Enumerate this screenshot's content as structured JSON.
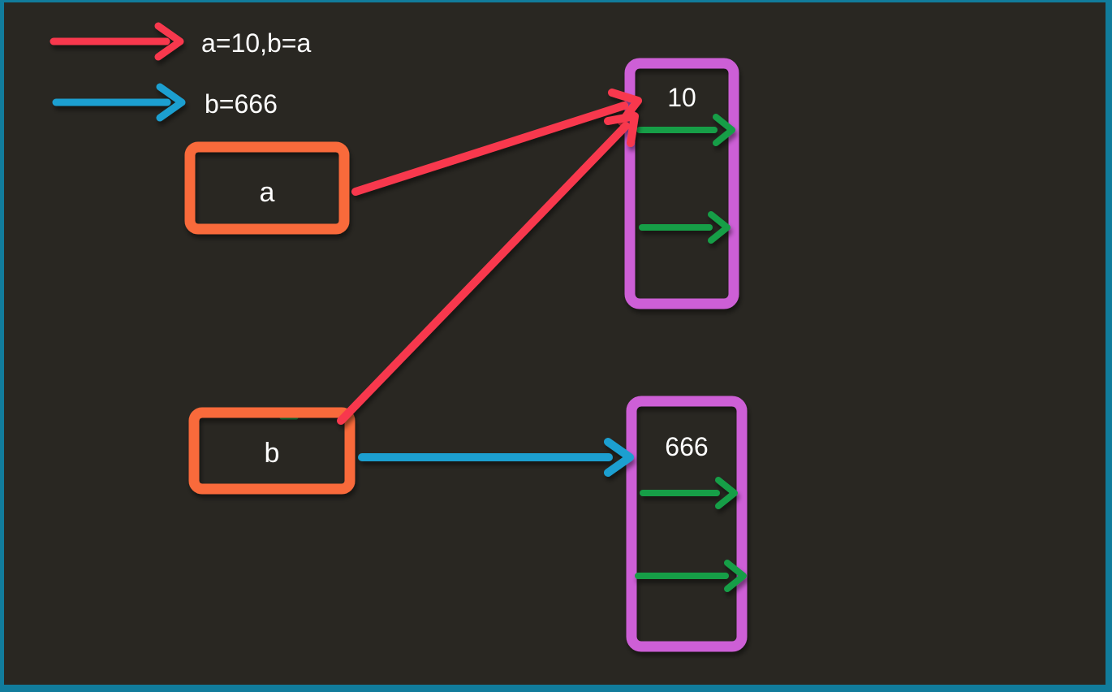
{
  "colors": {
    "background": "#292722",
    "frame": "#117c9c",
    "red": "#f8394e",
    "blue": "#1b9fd0",
    "orange": "#f96b3b",
    "purple": "#cd5ed6",
    "green": "#169e47",
    "text": "#ffffff"
  },
  "legend": {
    "items": [
      {
        "label": "a=10,b=a",
        "arrow_color": "#f8394e"
      },
      {
        "label": "b=666",
        "arrow_color": "#1b9fd0"
      }
    ]
  },
  "variables": [
    {
      "label": "a"
    },
    {
      "label": "b"
    }
  ],
  "objects": [
    {
      "label": "10"
    },
    {
      "label": "666"
    }
  ],
  "arrows": [
    {
      "from": "a",
      "to": "10",
      "color": "#f8394e"
    },
    {
      "from": "b",
      "to": "10",
      "color": "#f8394e"
    },
    {
      "from": "b",
      "to": "666",
      "color": "#1b9fd0"
    }
  ]
}
